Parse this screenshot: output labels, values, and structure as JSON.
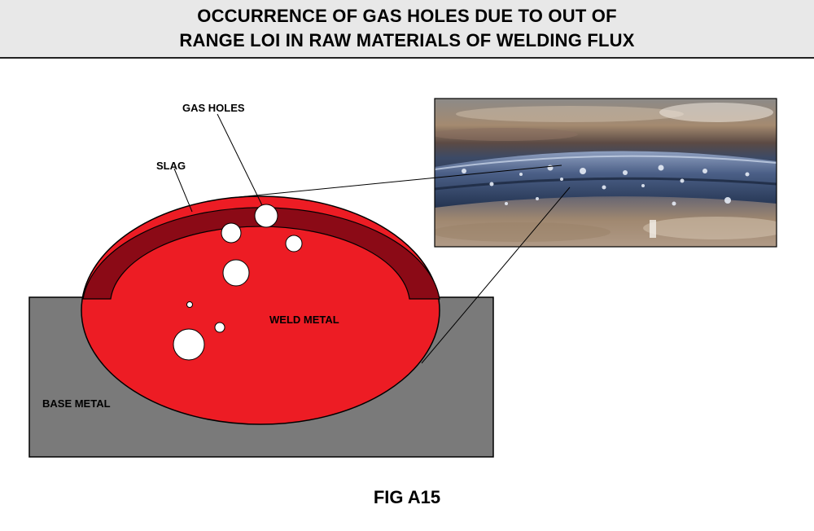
{
  "title": {
    "line1": "OCCURRENCE OF GAS HOLES DUE TO OUT OF",
    "line2": "RANGE LOI IN RAW MATERIALS OF WELDING FLUX"
  },
  "labels": {
    "gas_holes": "GAS HOLES",
    "slag": "SLAG",
    "weld_metal": "WELD METAL",
    "base_metal": "BASE METAL"
  },
  "figure_caption": "FIG A15",
  "colors": {
    "base_metal": "#7a7a7a",
    "weld_metal": "#ed1c24",
    "slag": "#8b0a16",
    "gas_hole": "#ffffff",
    "title_background": "#e8e8e8"
  },
  "photo": {
    "subject": "weld bead with gas holes"
  }
}
